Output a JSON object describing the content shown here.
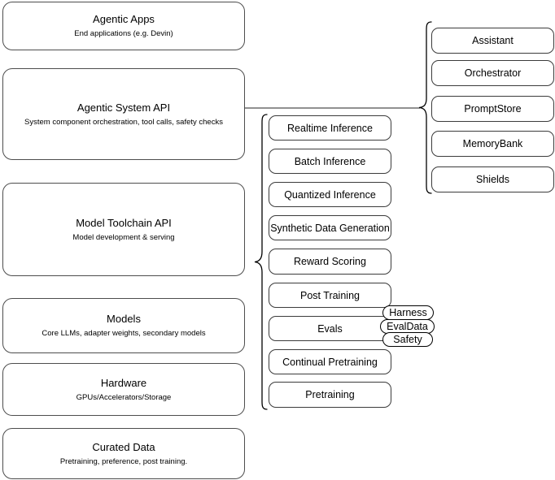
{
  "diagram": {
    "title": "Agentic AI stack layered architecture",
    "stroke_color": "#4d4d4d",
    "background_color": "#ffffff"
  },
  "stack_layers": [
    {
      "title": "Agentic Apps",
      "subtitle": "End applications (e.g. Devin)"
    },
    {
      "title": "Agentic System API",
      "subtitle": "System component orchestration, tool calls, safety checks"
    },
    {
      "title": "Model Toolchain API",
      "subtitle": "Model development & serving"
    },
    {
      "title": "Models",
      "subtitle": "Core LLMs, adapter weights, secondary models"
    },
    {
      "title": "Hardware",
      "subtitle": "GPUs/Accelerators/Storage"
    },
    {
      "title": "Curated Data",
      "subtitle": "Pretraining, preference, post training."
    }
  ],
  "toolchain_components": [
    {
      "label": "Realtime Inference"
    },
    {
      "label": "Batch Inference"
    },
    {
      "label": "Quantized Inference"
    },
    {
      "label": "Synthetic Data Generation"
    },
    {
      "label": "Reward Scoring"
    },
    {
      "label": "Post Training"
    },
    {
      "label": "Evals"
    },
    {
      "label": "Continual Pretraining"
    },
    {
      "label": "Pretraining"
    }
  ],
  "evals_subcomponents": [
    {
      "label": "Harness"
    },
    {
      "label": "EvalData"
    },
    {
      "label": "Safety"
    }
  ],
  "system_components": [
    {
      "label": "Assistant"
    },
    {
      "label": "Orchestrator"
    },
    {
      "label": "PromptStore"
    },
    {
      "label": "MemoryBank"
    },
    {
      "label": "Shields"
    }
  ]
}
